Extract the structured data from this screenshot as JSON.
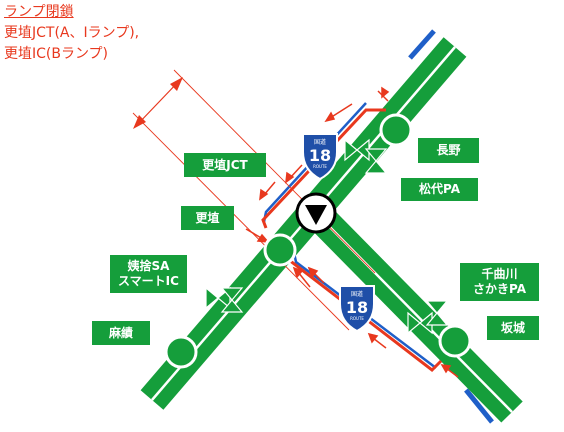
{
  "notice": {
    "title": "ランプ閉鎖",
    "line1": "更埴JCT(A、Iランプ),",
    "line2": "更埴IC(Bランプ)"
  },
  "labels": {
    "koshoku_jct": "更埴JCT",
    "koshoku": "更埴",
    "obasute_sa_line1": "姨捨SA",
    "obasute_sa_line2": "スマートIC",
    "omi": "麻績",
    "nagano": "長野",
    "matsushiro_pa": "松代PA",
    "chikumagawa_line1": "千曲川",
    "chikumagawa_line2": "さかきPA",
    "sakaki": "坂城"
  },
  "route_shield": {
    "header": "国道",
    "number": "18",
    "footer": "ROUTE"
  },
  "icons": {
    "closure_arrow": "red-arrow-icon",
    "junction": "triangle-down-circle-icon",
    "interchange": "green-circle-icon",
    "rest_area": "bowtie-icon"
  },
  "colors": {
    "expressway": "#159e3b",
    "lane_marking": "#ffffff",
    "closed_road": "#e8381e",
    "national_road": "#1f5fc8",
    "label_box": "#159e3b",
    "shield": "#1f4fa8"
  }
}
